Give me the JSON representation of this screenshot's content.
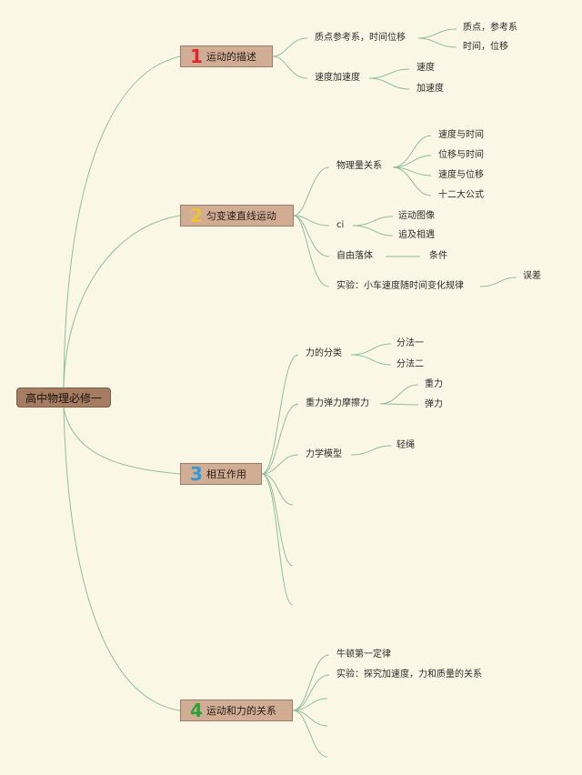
{
  "colors": {
    "background": "#fbf7e6",
    "root_fill": "#a47d62",
    "branch_fill": "#d1ad96",
    "link": "#8fbf9a",
    "num_1": "#e0262b",
    "num_2": "#f1c232",
    "num_3": "#2e9ad8",
    "num_4": "#2fa33a"
  },
  "root": {
    "label": "高中物理必修一"
  },
  "branches": [
    {
      "num": "1",
      "label": "运动的描述",
      "children": [
        {
          "label": "质点参考系，时间位移",
          "children": [
            "质点，参考系",
            "时间，位移"
          ]
        },
        {
          "label": "速度加速度",
          "children": [
            "速度",
            "加速度"
          ]
        }
      ]
    },
    {
      "num": "2",
      "label": "匀变速直线运动",
      "children": [
        {
          "label": "物理量关系",
          "children": [
            "速度与时间",
            "位移与时间",
            "速度与位移",
            "十二大公式"
          ]
        },
        {
          "label": "ci",
          "children": [
            "运动图像",
            "追及相遇"
          ]
        },
        {
          "label": "自由落体",
          "children": [
            "条件"
          ]
        },
        {
          "label": "实验：小车速度随时间变化规律",
          "children": [
            "误差"
          ]
        }
      ]
    },
    {
      "num": "3",
      "label": "相互作用",
      "children": [
        {
          "label": "力的分类",
          "children": [
            "分法一",
            "分法二"
          ]
        },
        {
          "label": "重力弹力摩擦力",
          "children": [
            "重力",
            "弹力"
          ]
        },
        {
          "label": "力学模型",
          "children": [
            "轻绳"
          ]
        }
      ]
    },
    {
      "num": "4",
      "label": "运动和力的关系",
      "children": [
        {
          "label": "牛顿第一定律",
          "children": []
        },
        {
          "label": "实验：探究加速度，力和质量的关系",
          "children": []
        }
      ]
    }
  ]
}
